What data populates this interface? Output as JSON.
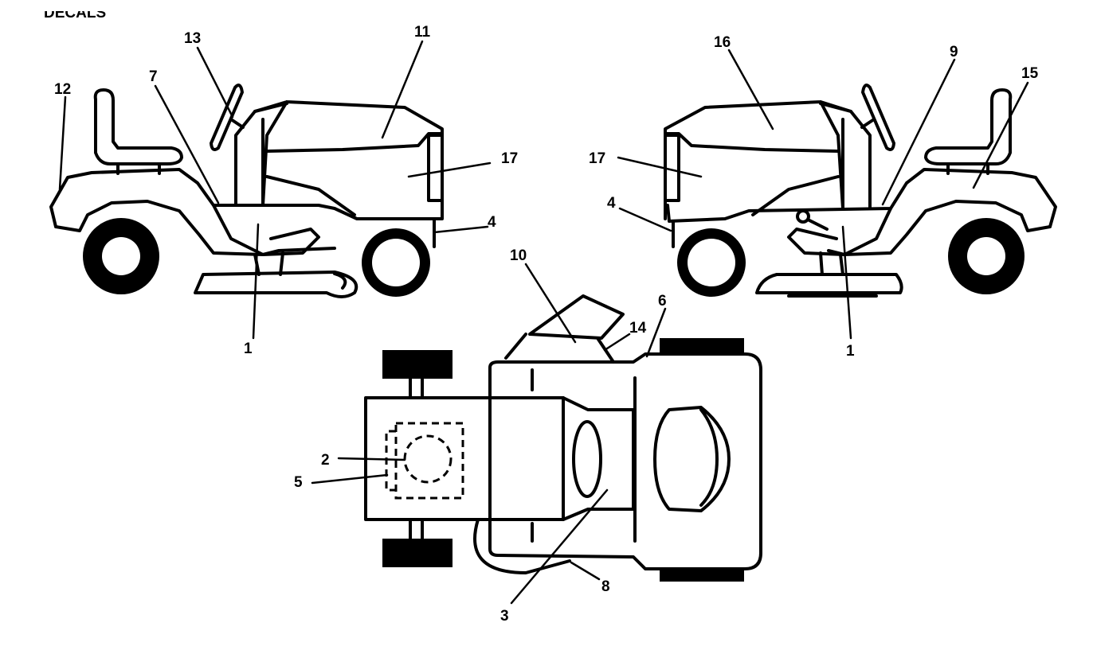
{
  "diagram": {
    "header_text": "DECALS",
    "callouts": {
      "c1_left": "1",
      "c1_right": "1",
      "c2": "2",
      "c3": "3",
      "c4_left": "4",
      "c4_right": "4",
      "c5": "5",
      "c6": "6",
      "c7": "7",
      "c8": "8",
      "c9": "9",
      "c10": "10",
      "c11": "11",
      "c12": "12",
      "c13": "13",
      "c14": "14",
      "c15": "15",
      "c16": "16",
      "c17_left": "17",
      "c17_right": "17"
    }
  }
}
